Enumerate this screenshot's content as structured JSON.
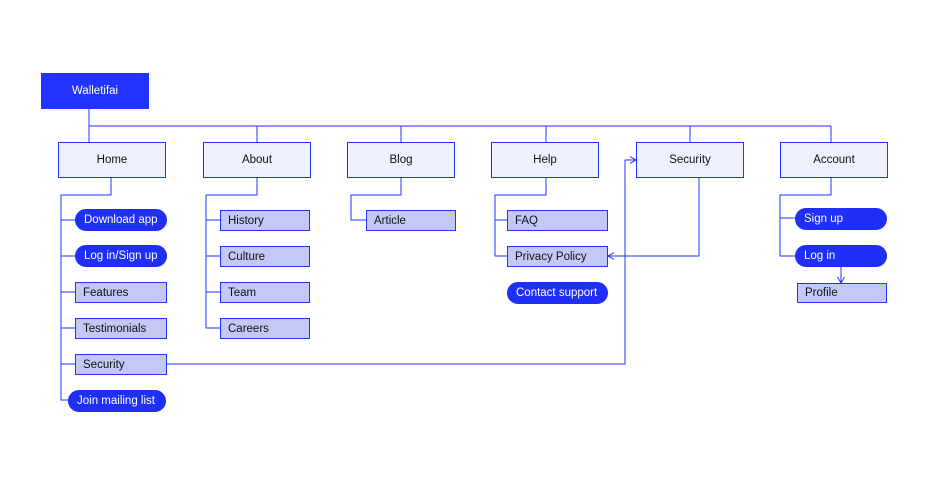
{
  "root": {
    "label": "Walletifai"
  },
  "sections": {
    "home": "Home",
    "about": "About",
    "blog": "Blog",
    "help": "Help",
    "security": "Security",
    "account": "Account"
  },
  "home": {
    "download_app": "Download app",
    "login_signup": "Log in/Sign up",
    "features": "Features",
    "testimonials": "Testimonials",
    "security": "Security",
    "join_mailing": "Join mailing list"
  },
  "about": {
    "history": "History",
    "culture": "Culture",
    "team": "Team",
    "careers": "Careers"
  },
  "blog": {
    "article": "Article"
  },
  "help": {
    "faq": "FAQ",
    "privacy": "Privacy Policy",
    "contact": "Contact support"
  },
  "account": {
    "signup": "Sign up",
    "login": "Log in",
    "profile": "Profile"
  },
  "colors": {
    "accent": "#2233ff",
    "section_fill": "#eef0fc",
    "page_fill": "#c3c8f5"
  }
}
